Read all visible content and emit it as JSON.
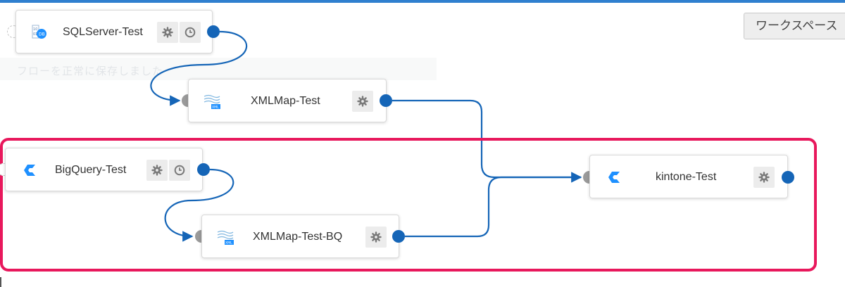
{
  "header": {
    "workspace_button": "ワークスペース"
  },
  "canvas": {
    "faint_text": "フローを正常に保存しました"
  },
  "nodes": {
    "sqlserver": {
      "label": "SQLServer-Test"
    },
    "xmlmap": {
      "label": "XMLMap-Test"
    },
    "bigquery": {
      "label": "BigQuery-Test"
    },
    "xmlmap_bq": {
      "label": "XMLMap-Test-BQ"
    },
    "kintone": {
      "label": "kintone-Test"
    }
  },
  "colors": {
    "connector": "#1565b7",
    "highlight": "#e8185c",
    "input_port": "#9a9a9a",
    "output_port": "#1565b7"
  },
  "icons": {
    "settings": "gear-icon",
    "schedule": "clock-icon",
    "sqlserver": "database-icon",
    "xmlmap": "xml-map-icon",
    "cdata": "cdata-connector-icon"
  }
}
